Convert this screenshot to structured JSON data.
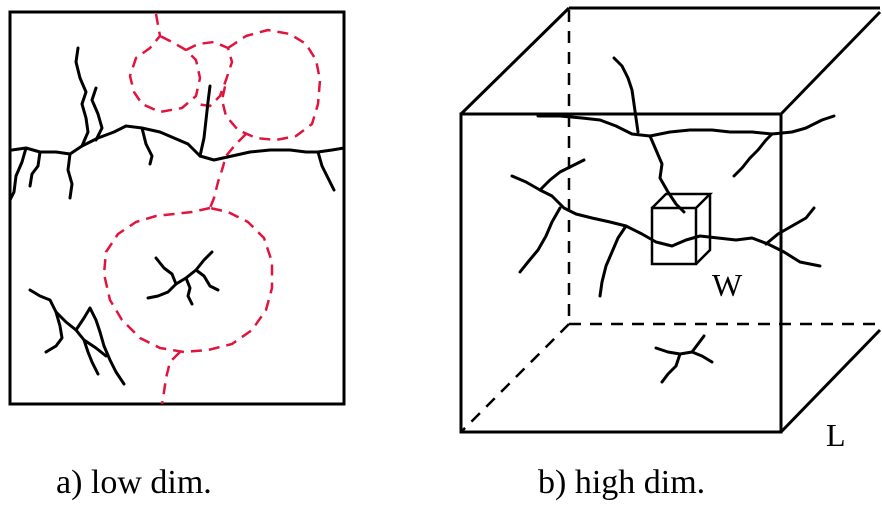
{
  "panel_a": {
    "caption": "a)  low  dim."
  },
  "panel_b": {
    "caption": "b)  high  dim.",
    "window_label": "W",
    "size_label": "L"
  },
  "colors": {
    "cracks": "#000000",
    "exploration_paths": "#e0143c"
  }
}
